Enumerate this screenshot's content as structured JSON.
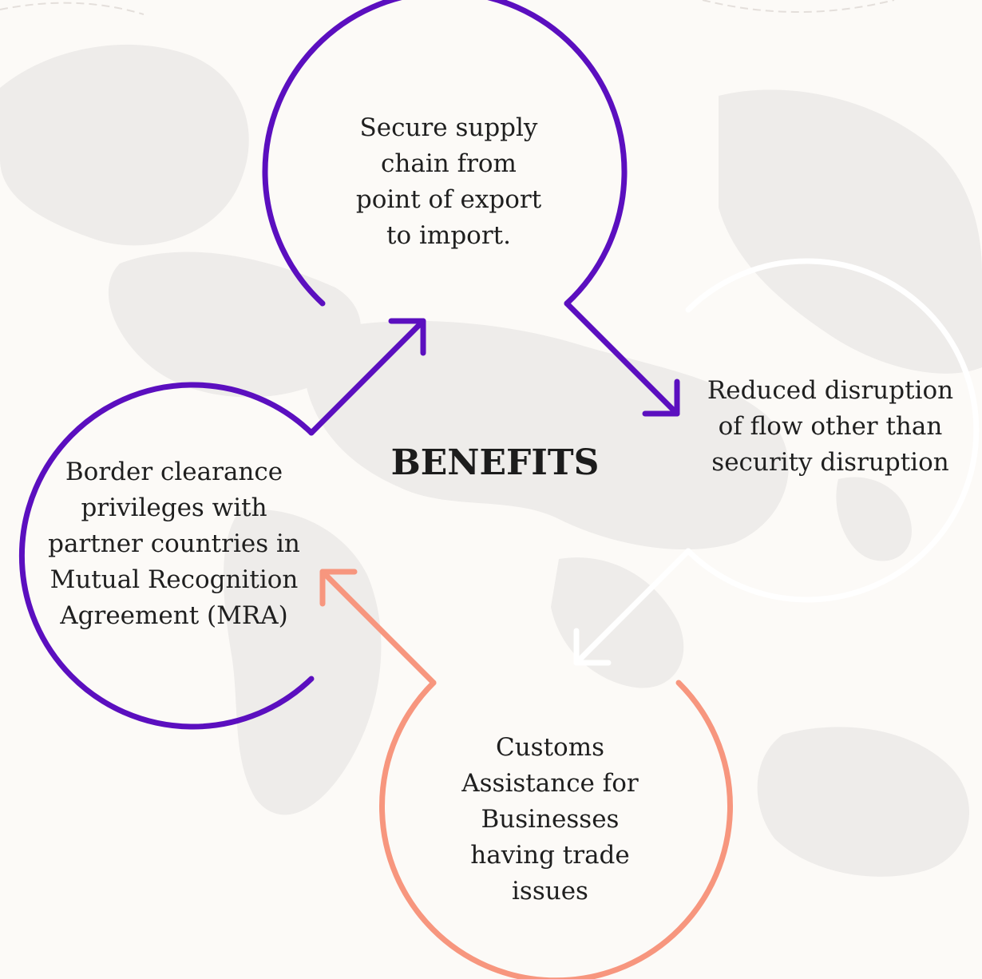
{
  "center": {
    "title": "BENEFITS"
  },
  "benefits": [
    {
      "text": "Secure supply\nchain from\npoint of export\nto import."
    },
    {
      "text": "Reduced disruption\nof flow other than\nsecurity disruption"
    },
    {
      "text": "Customs\nAssistance for\nBusinesses\nhaving trade\nissues"
    },
    {
      "text": "Border clearance\nprivileges with\npartner countries in\nMutual Recognition\nAgreement (MRA)"
    }
  ],
  "colors": {
    "background": "#fcfaf7",
    "map": "#eeecea",
    "purple": "#5b0fbf",
    "white": "#ffffff",
    "salmon": "#f7967e",
    "text": "#1f1f1f"
  }
}
